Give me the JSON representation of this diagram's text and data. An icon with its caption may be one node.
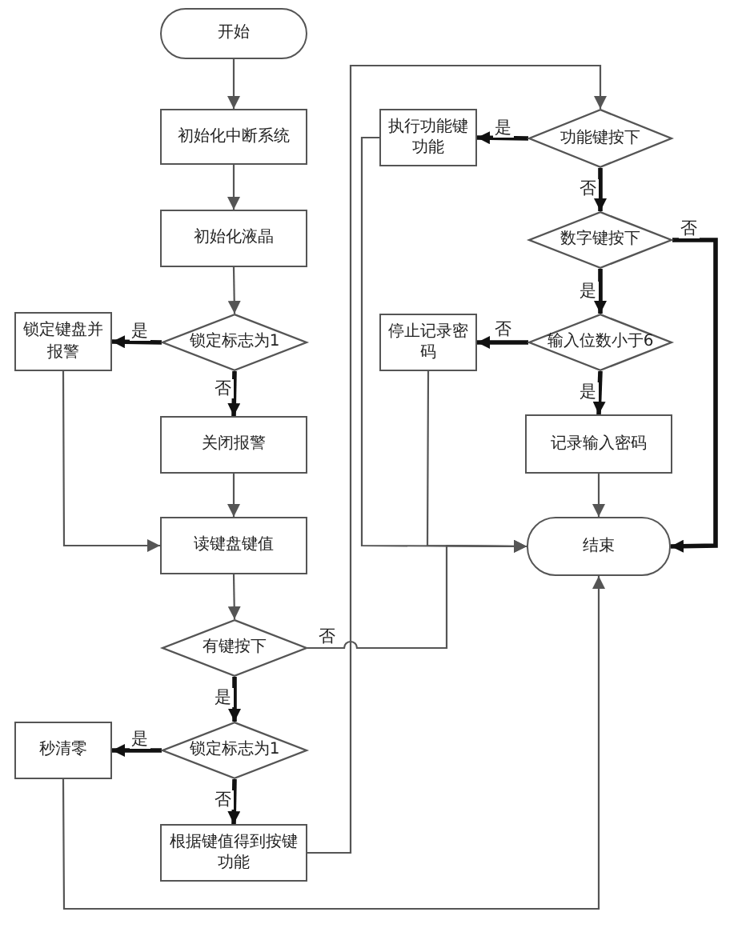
{
  "diagram": {
    "nodes": [
      {
        "text": [
          "开始"
        ]
      },
      {
        "text": [
          "初始化中断系统"
        ]
      },
      {
        "text": [
          "初始化液晶"
        ]
      },
      {
        "text": [
          "锁定标志为1"
        ]
      },
      {
        "text": [
          "锁定键盘并报警"
        ]
      },
      {
        "text": [
          "关闭报警"
        ]
      },
      {
        "text": [
          "读键盘键值"
        ]
      },
      {
        "text": [
          "有键按下"
        ]
      },
      {
        "text": [
          "锁定标志为1"
        ]
      },
      {
        "text": [
          "秒清零"
        ]
      },
      {
        "text": [
          "根据键值得到按键功能"
        ]
      },
      {
        "text": [
          "功能键按下"
        ]
      },
      {
        "text": [
          "执行功能键功能"
        ]
      },
      {
        "text": [
          "数字键按下"
        ]
      },
      {
        "text": [
          "输入位数小于6"
        ]
      },
      {
        "text": [
          "停止记录密码"
        ]
      },
      {
        "text": [
          "记录输入密码"
        ]
      },
      {
        "text": [
          "结束"
        ]
      }
    ],
    "edges": [
      {
        "from": 0,
        "to": 1,
        "arrow": "to"
      },
      {
        "from": 1,
        "to": 2,
        "arrow": "to"
      },
      {
        "from": 2,
        "to": 3,
        "arrow": "to"
      },
      {
        "from": 3,
        "to": 4,
        "arrow": "to",
        "label": "是",
        "style": "thick"
      },
      {
        "from": 3,
        "to": 5,
        "arrow": "to",
        "label": "否",
        "style": "thick"
      },
      {
        "from": 5,
        "to": 6,
        "arrow": "to"
      },
      {
        "from": 4,
        "to": 6,
        "arrow": "to"
      },
      {
        "from": 6,
        "to": 7,
        "arrow": "to"
      },
      {
        "from": 7,
        "to": 8,
        "arrow": "to",
        "label": "是",
        "style": "thick"
      },
      {
        "from": 7,
        "to": 17,
        "arrow": "to",
        "label": "否"
      },
      {
        "from": 8,
        "to": 9,
        "arrow": "to",
        "label": "是",
        "style": "thick"
      },
      {
        "from": 8,
        "to": 10,
        "arrow": "to",
        "label": "否",
        "style": "thick"
      },
      {
        "from": 10,
        "to": 11,
        "arrow": "to"
      },
      {
        "from": 11,
        "to": 12,
        "arrow": "to",
        "label": "是",
        "style": "thick"
      },
      {
        "from": 11,
        "to": 13,
        "arrow": "to",
        "label": "否",
        "style": "thick"
      },
      {
        "from": 12,
        "to": 17,
        "arrow": "to"
      },
      {
        "from": 13,
        "to": 14,
        "arrow": "to",
        "label": "是",
        "style": "thick"
      },
      {
        "from": 13,
        "to": 17,
        "arrow": "to",
        "label": "否",
        "style": "thick"
      },
      {
        "from": 14,
        "to": 15,
        "arrow": "to",
        "label": "否",
        "style": "thick"
      },
      {
        "from": 14,
        "to": 16,
        "arrow": "to",
        "label": "是",
        "style": "thick"
      },
      {
        "from": 15,
        "to": 17,
        "arrow": "to"
      },
      {
        "from": 16,
        "to": 17,
        "arrow": "to"
      },
      {
        "from": 9,
        "to": 17,
        "arrow": "to"
      }
    ]
  }
}
